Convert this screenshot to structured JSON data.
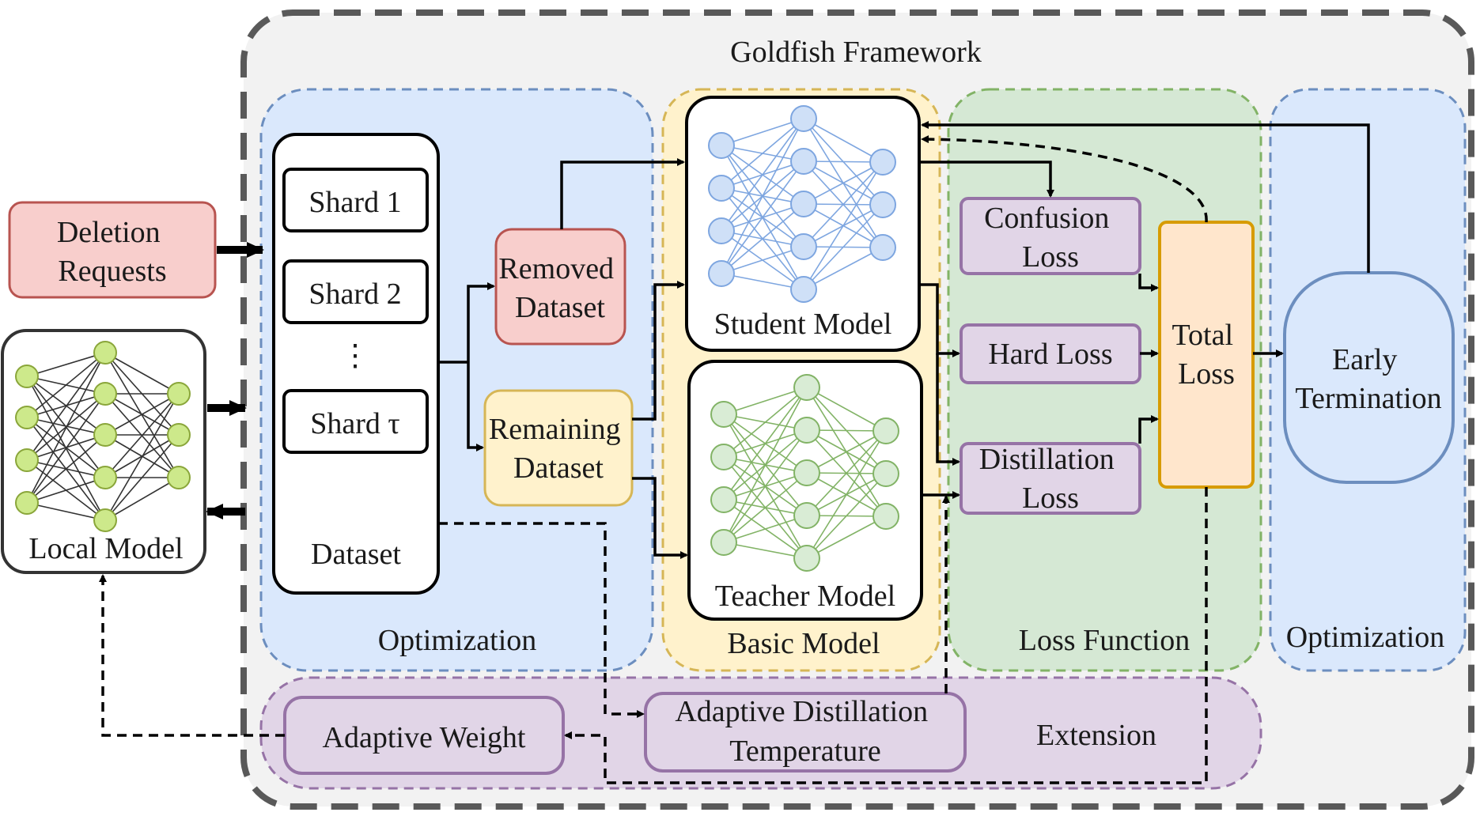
{
  "framework": {
    "title": "Goldfish Framework"
  },
  "inputs": {
    "deletion": [
      "Deletion",
      "Requests"
    ],
    "local_model": "Local Model"
  },
  "optimization_left": {
    "label": "Optimization",
    "shards": [
      "Shard 1",
      "Shard 2",
      "⋮",
      "Shard τ"
    ],
    "dataset_label": "Dataset",
    "removed": [
      "Removed",
      "Dataset"
    ],
    "remaining": [
      "Remaining",
      "Dataset"
    ]
  },
  "basic_model": {
    "label": "Basic Model",
    "student": "Student Model",
    "teacher": "Teacher Model"
  },
  "loss_function": {
    "label": "Loss Function",
    "confusion": [
      "Confusion",
      "Loss"
    ],
    "hard": "Hard Loss",
    "distillation": [
      "Distillation",
      "Loss"
    ],
    "total": [
      "Total",
      "Loss"
    ]
  },
  "optimization_right": {
    "label": "Optimization",
    "early": [
      "Early",
      "Termination"
    ]
  },
  "extension": {
    "label": "Extension",
    "adaptive_weight": "Adaptive Weight",
    "adaptive_temp": [
      "Adaptive Distillation",
      "Temperature"
    ]
  },
  "colors": {
    "frame_fill": "#f2f2f2",
    "frame_stroke": "#595959",
    "blue_fill": "#dae8fc",
    "blue_stroke": "#6c8ebf",
    "yellow_fill": "#fff2cc",
    "yellow_stroke": "#d6b656",
    "green_fill": "#d5e8d4",
    "green_stroke": "#82b366",
    "purple_fill": "#e1d5e7",
    "purple_stroke": "#9673a6",
    "red_fill": "#f8cecc",
    "red_stroke": "#b85450",
    "orange_fill": "#ffe6cc",
    "orange_stroke": "#d79b00",
    "early_stroke": "#6c8ebf",
    "student_net": "#7ea6e0",
    "teacher_net": "#82b366",
    "local_net": "#cde98b"
  }
}
